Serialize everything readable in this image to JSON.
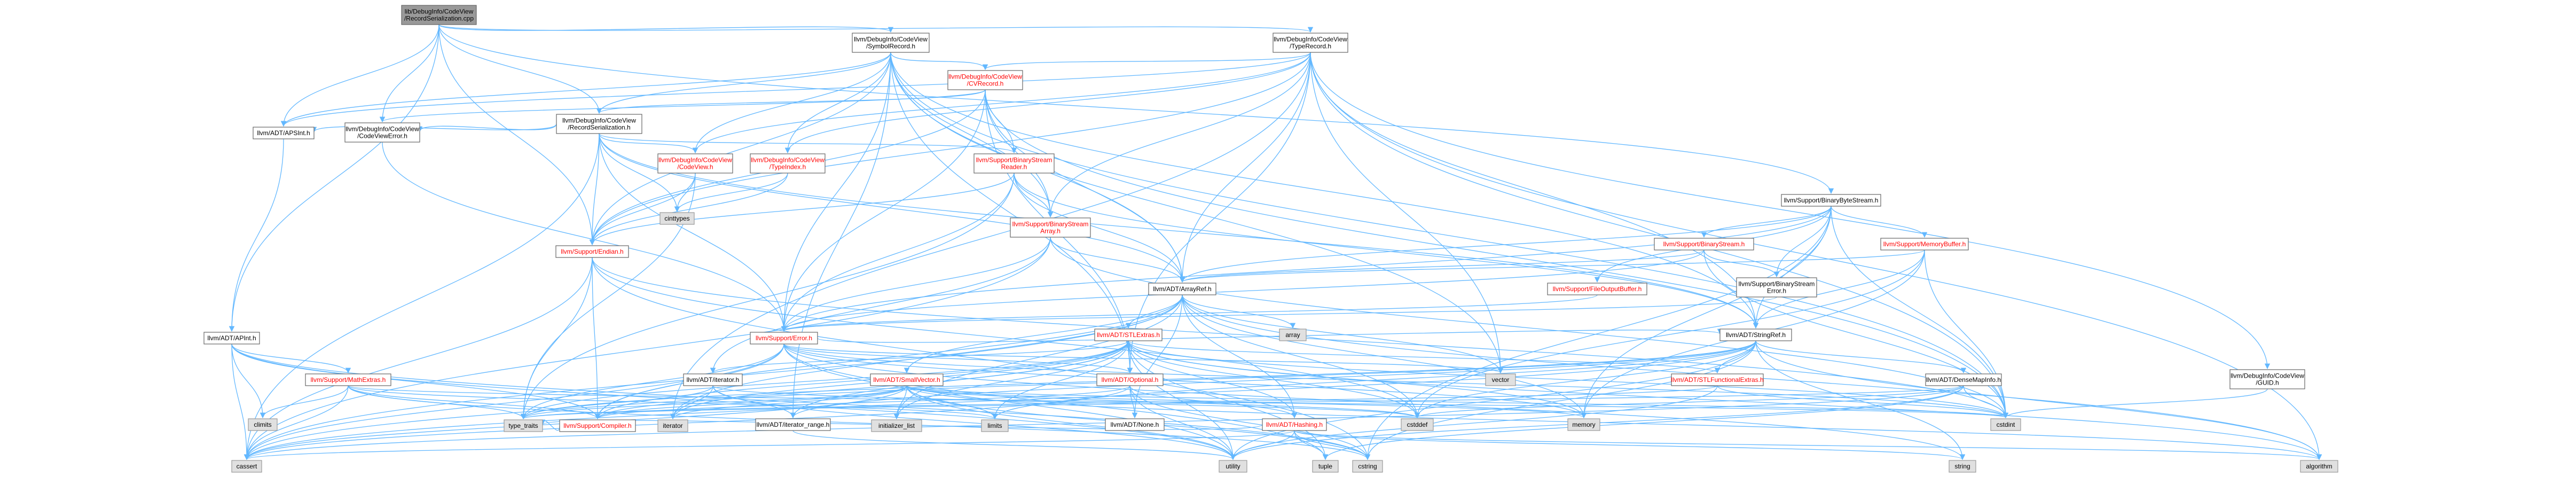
{
  "diagram": {
    "type": "include dependency graph",
    "colors": {
      "edge": "#63b8ff",
      "root_fill": "#999999",
      "root_border": "#666666",
      "linked_fill": "#ffffff",
      "linked_border": "#666666",
      "linked_text_red": "#ff0000",
      "external_fill": "#e0e0e0",
      "external_border": "#999999"
    },
    "nodes": [
      {
        "id": "root",
        "lines": [
          "lib/DebugInfo/CodeView",
          "/RecordSerialization.cpp"
        ],
        "style": "root"
      },
      {
        "id": "symbolrecord",
        "lines": [
          "llvm/DebugInfo/CodeView",
          "/SymbolRecord.h"
        ],
        "style": "plain"
      },
      {
        "id": "typerecord",
        "lines": [
          "llvm/DebugInfo/CodeView",
          "/TypeRecord.h"
        ],
        "style": "plain"
      },
      {
        "id": "cvrecord",
        "lines": [
          "llvm/DebugInfo/CodeView",
          "/CVRecord.h"
        ],
        "style": "red"
      },
      {
        "id": "recordser",
        "lines": [
          "llvm/DebugInfo/CodeView",
          "/RecordSerialization.h"
        ],
        "style": "plain"
      },
      {
        "id": "apsint",
        "lines": [
          "llvm/ADT/APSInt.h"
        ],
        "style": "plain"
      },
      {
        "id": "codeviewerror",
        "lines": [
          "llvm/DebugInfo/CodeView",
          "/CodeViewError.h"
        ],
        "style": "plain"
      },
      {
        "id": "codeview",
        "lines": [
          "llvm/DebugInfo/CodeView",
          "/CodeView.h"
        ],
        "style": "red"
      },
      {
        "id": "typeindex",
        "lines": [
          "llvm/DebugInfo/CodeView",
          "/TypeIndex.h"
        ],
        "style": "red"
      },
      {
        "id": "bsreader",
        "lines": [
          "llvm/Support/BinaryStream",
          "Reader.h"
        ],
        "style": "red"
      },
      {
        "id": "bsarray",
        "lines": [
          "llvm/Support/BinaryStream",
          "Array.h"
        ],
        "style": "red"
      },
      {
        "id": "binarybytestream",
        "lines": [
          "llvm/Support/BinaryByteStream.h"
        ],
        "style": "plain"
      },
      {
        "id": "binarystream",
        "lines": [
          "llvm/Support/BinaryStream.h"
        ],
        "style": "red"
      },
      {
        "id": "memorybuffer",
        "lines": [
          "llvm/Support/MemoryBuffer.h"
        ],
        "style": "red"
      },
      {
        "id": "bserror",
        "lines": [
          "llvm/Support/BinaryStream",
          "Error.h"
        ],
        "style": "plain"
      },
      {
        "id": "fileoutputbuffer",
        "lines": [
          "llvm/Support/FileOutputBuffer.h"
        ],
        "style": "red"
      },
      {
        "id": "endian",
        "lines": [
          "llvm/Support/Endian.h"
        ],
        "style": "red"
      },
      {
        "id": "arrayref",
        "lines": [
          "llvm/ADT/ArrayRef.h"
        ],
        "style": "plain"
      },
      {
        "id": "stringref",
        "lines": [
          "llvm/ADT/StringRef.h"
        ],
        "style": "plain"
      },
      {
        "id": "apint",
        "lines": [
          "llvm/ADT/APInt.h"
        ],
        "style": "plain"
      },
      {
        "id": "error",
        "lines": [
          "llvm/Support/Error.h"
        ],
        "style": "red"
      },
      {
        "id": "stlextras",
        "lines": [
          "llvm/ADT/STLExtras.h"
        ],
        "style": "red"
      },
      {
        "id": "mathextras",
        "lines": [
          "llvm/Support/MathExtras.h"
        ],
        "style": "red"
      },
      {
        "id": "iteratorh",
        "lines": [
          "llvm/ADT/iterator.h"
        ],
        "style": "plain"
      },
      {
        "id": "smallvector",
        "lines": [
          "llvm/ADT/SmallVector.h"
        ],
        "style": "red"
      },
      {
        "id": "optional",
        "lines": [
          "llvm/ADT/Optional.h"
        ],
        "style": "red"
      },
      {
        "id": "stlfunc",
        "lines": [
          "llvm/ADT/STLFunctionalExtras.h"
        ],
        "style": "red"
      },
      {
        "id": "densemapinfo",
        "lines": [
          "llvm/ADT/DenseMapInfo.h"
        ],
        "style": "plain"
      },
      {
        "id": "guid",
        "lines": [
          "llvm/DebugInfo/CodeView",
          "/GUID.h"
        ],
        "style": "plain"
      },
      {
        "id": "hashing",
        "lines": [
          "llvm/ADT/Hashing.h"
        ],
        "style": "red"
      },
      {
        "id": "none",
        "lines": [
          "llvm/ADT/None.h"
        ],
        "style": "plain"
      },
      {
        "id": "iterrange",
        "lines": [
          "llvm/ADT/iterator_range.h"
        ],
        "style": "plain"
      },
      {
        "id": "compiler",
        "lines": [
          "llvm/Support/Compiler.h"
        ],
        "style": "red"
      },
      {
        "id": "cinttypes",
        "lines": [
          "cinttypes"
        ],
        "style": "ext"
      },
      {
        "id": "array",
        "lines": [
          "array"
        ],
        "style": "ext"
      },
      {
        "id": "vector",
        "lines": [
          "vector"
        ],
        "style": "ext"
      },
      {
        "id": "cstddef",
        "lines": [
          "cstddef"
        ],
        "style": "ext"
      },
      {
        "id": "memory",
        "lines": [
          "memory"
        ],
        "style": "ext"
      },
      {
        "id": "cstdint",
        "lines": [
          "cstdint"
        ],
        "style": "ext"
      },
      {
        "id": "climits",
        "lines": [
          "climits"
        ],
        "style": "ext"
      },
      {
        "id": "typetraits",
        "lines": [
          "type_traits"
        ],
        "style": "ext"
      },
      {
        "id": "iterator",
        "lines": [
          "iterator"
        ],
        "style": "ext"
      },
      {
        "id": "initlist",
        "lines": [
          "initializer_list"
        ],
        "style": "ext"
      },
      {
        "id": "limits",
        "lines": [
          "limits"
        ],
        "style": "ext"
      },
      {
        "id": "cassert",
        "lines": [
          "cassert"
        ],
        "style": "ext"
      },
      {
        "id": "utility",
        "lines": [
          "utility"
        ],
        "style": "ext"
      },
      {
        "id": "tuple",
        "lines": [
          "tuple"
        ],
        "style": "ext"
      },
      {
        "id": "cstring",
        "lines": [
          "cstring"
        ],
        "style": "ext"
      },
      {
        "id": "string",
        "lines": [
          "string"
        ],
        "style": "ext"
      },
      {
        "id": "algorithm",
        "lines": [
          "algorithm"
        ],
        "style": "ext"
      }
    ],
    "edges": [
      [
        "root",
        "symbolrecord"
      ],
      [
        "root",
        "typerecord"
      ],
      [
        "root",
        "recordser"
      ],
      [
        "root",
        "apsint"
      ],
      [
        "root",
        "codeviewerror"
      ],
      [
        "root",
        "binarybytestream"
      ],
      [
        "root",
        "apint"
      ],
      [
        "root",
        "endian"
      ],
      [
        "symbolrecord",
        "cvrecord"
      ],
      [
        "symbolrecord",
        "recordser"
      ],
      [
        "symbolrecord",
        "apsint"
      ],
      [
        "symbolrecord",
        "codeview"
      ],
      [
        "symbolrecord",
        "typeindex"
      ],
      [
        "symbolrecord",
        "bsarray"
      ],
      [
        "symbolrecord",
        "arrayref"
      ],
      [
        "symbolrecord",
        "stringref"
      ],
      [
        "symbolrecord",
        "endian"
      ],
      [
        "symbolrecord",
        "error"
      ],
      [
        "symbolrecord",
        "optional"
      ],
      [
        "symbolrecord",
        "iterrange"
      ],
      [
        "symbolrecord",
        "vector"
      ],
      [
        "symbolrecord",
        "cstdint"
      ],
      [
        "typerecord",
        "cvrecord"
      ],
      [
        "typerecord",
        "guid"
      ],
      [
        "typerecord",
        "codeview"
      ],
      [
        "typerecord",
        "typeindex"
      ],
      [
        "typerecord",
        "bsarray"
      ],
      [
        "typerecord",
        "arrayref"
      ],
      [
        "typerecord",
        "stringref"
      ],
      [
        "typerecord",
        "endian"
      ],
      [
        "typerecord",
        "apsint"
      ],
      [
        "typerecord",
        "optional"
      ],
      [
        "typerecord",
        "vector"
      ],
      [
        "typerecord",
        "cstdint"
      ],
      [
        "typerecord",
        "algorithm"
      ],
      [
        "typerecord",
        "iterator"
      ],
      [
        "cvrecord",
        "recordser"
      ],
      [
        "cvrecord",
        "codeviewerror"
      ],
      [
        "cvrecord",
        "bsreader"
      ],
      [
        "cvrecord",
        "bsarray"
      ],
      [
        "cvrecord",
        "arrayref"
      ],
      [
        "cvrecord",
        "endian"
      ],
      [
        "cvrecord",
        "error"
      ],
      [
        "cvrecord",
        "optional"
      ],
      [
        "cvrecord",
        "cstdint"
      ],
      [
        "recordser",
        "apsint"
      ],
      [
        "recordser",
        "codeviewerror"
      ],
      [
        "recordser",
        "codeview"
      ],
      [
        "recordser",
        "bsreader"
      ],
      [
        "recordser",
        "arrayref"
      ],
      [
        "recordser",
        "stringref"
      ],
      [
        "recordser",
        "endian"
      ],
      [
        "recordser",
        "error"
      ],
      [
        "recordser",
        "cinttypes"
      ],
      [
        "recordser",
        "cassert"
      ],
      [
        "apsint",
        "apint"
      ],
      [
        "codeviewerror",
        "error"
      ],
      [
        "codeview",
        "cinttypes"
      ],
      [
        "codeview",
        "typetraits"
      ],
      [
        "codeview",
        "endian"
      ],
      [
        "typeindex",
        "cinttypes"
      ],
      [
        "typeindex",
        "endian"
      ],
      [
        "bsreader",
        "arrayref"
      ],
      [
        "bsreader",
        "stringref"
      ],
      [
        "bsreader",
        "bsarray"
      ],
      [
        "bsreader",
        "endian"
      ],
      [
        "bsreader",
        "error"
      ],
      [
        "bsreader",
        "typetraits"
      ],
      [
        "bsarray",
        "arrayref"
      ],
      [
        "bsarray",
        "iteratorh"
      ],
      [
        "bsarray",
        "error"
      ],
      [
        "bsarray",
        "cassert"
      ],
      [
        "bsarray",
        "cstdint"
      ],
      [
        "binarybytestream",
        "arrayref"
      ],
      [
        "binarybytestream",
        "stringref"
      ],
      [
        "binarybytestream",
        "binarystream"
      ],
      [
        "binarybytestream",
        "bserror"
      ],
      [
        "binarybytestream",
        "fileoutputbuffer"
      ],
      [
        "binarybytestream",
        "memorybuffer"
      ],
      [
        "binarybytestream",
        "error"
      ],
      [
        "binarybytestream",
        "memory"
      ],
      [
        "binarybytestream",
        "cstdint"
      ],
      [
        "binarybytestream",
        "cstring"
      ],
      [
        "binarystream",
        "arrayref"
      ],
      [
        "binarystream",
        "bserror"
      ],
      [
        "binarystream",
        "error"
      ],
      [
        "binarystream",
        "cstdint"
      ],
      [
        "bserror",
        "error"
      ],
      [
        "memorybuffer",
        "arrayref"
      ],
      [
        "memorybuffer",
        "stringref"
      ],
      [
        "memorybuffer",
        "cstddef"
      ],
      [
        "memorybuffer",
        "cstdint"
      ],
      [
        "memorybuffer",
        "memory"
      ],
      [
        "fileoutputbuffer",
        "error"
      ],
      [
        "endian",
        "compiler"
      ],
      [
        "endian",
        "cassert"
      ],
      [
        "endian",
        "cstddef"
      ],
      [
        "endian",
        "cstdint"
      ],
      [
        "endian",
        "cstring"
      ],
      [
        "endian",
        "typetraits"
      ],
      [
        "arrayref",
        "hashing"
      ],
      [
        "arrayref",
        "none"
      ],
      [
        "arrayref",
        "smallvector"
      ],
      [
        "arrayref",
        "stlextras"
      ],
      [
        "arrayref",
        "compiler"
      ],
      [
        "arrayref",
        "algorithm"
      ],
      [
        "arrayref",
        "array"
      ],
      [
        "arrayref",
        "cassert"
      ],
      [
        "arrayref",
        "cstddef"
      ],
      [
        "arrayref",
        "initlist"
      ],
      [
        "arrayref",
        "iterator"
      ],
      [
        "arrayref",
        "memory"
      ],
      [
        "arrayref",
        "type_traits"
      ],
      [
        "arrayref",
        "vector"
      ],
      [
        "stringref",
        "densemapinfo"
      ],
      [
        "stringref",
        "stlfunc"
      ],
      [
        "stringref",
        "iterrange"
      ],
      [
        "stringref",
        "compiler"
      ],
      [
        "stringref",
        "algorithm"
      ],
      [
        "stringref",
        "cassert"
      ],
      [
        "stringref",
        "cstddef"
      ],
      [
        "stringref",
        "cstring"
      ],
      [
        "stringref",
        "limits"
      ],
      [
        "stringref",
        "string"
      ],
      [
        "stringref",
        "typetraits"
      ],
      [
        "stringref",
        "utility"
      ],
      [
        "apint",
        "compiler"
      ],
      [
        "apint",
        "mathextras"
      ],
      [
        "apint",
        "cassert"
      ],
      [
        "apint",
        "climits"
      ],
      [
        "apint",
        "cstring"
      ],
      [
        "apint",
        "utility"
      ],
      [
        "error",
        "compiler"
      ],
      [
        "error",
        "stringref"
      ],
      [
        "error",
        "optional"
      ],
      [
        "error",
        "cassert"
      ],
      [
        "error",
        "cstdint"
      ],
      [
        "error",
        "memory"
      ],
      [
        "error",
        "string"
      ],
      [
        "error",
        "typetraits"
      ],
      [
        "error",
        "utility"
      ],
      [
        "error",
        "vector"
      ],
      [
        "error",
        "tuple"
      ],
      [
        "stlextras",
        "hashing"
      ],
      [
        "stlextras",
        "optional"
      ],
      [
        "stlextras",
        "stlfunc"
      ],
      [
        "stlextras",
        "iteratorh"
      ],
      [
        "stlextras",
        "iterrange"
      ],
      [
        "stlextras",
        "compiler"
      ],
      [
        "stlextras",
        "algorithm"
      ],
      [
        "stlextras",
        "cassert"
      ],
      [
        "stlextras",
        "cstddef"
      ],
      [
        "stlextras",
        "cstdint"
      ],
      [
        "stlextras",
        "initlist"
      ],
      [
        "stlextras",
        "iterator"
      ],
      [
        "stlextras",
        "limits"
      ],
      [
        "stlextras",
        "memory"
      ],
      [
        "stlextras",
        "tuple"
      ],
      [
        "stlextras",
        "typetraits"
      ],
      [
        "stlextras",
        "utility"
      ],
      [
        "mathextras",
        "compiler"
      ],
      [
        "mathextras",
        "cassert"
      ],
      [
        "mathextras",
        "climits"
      ],
      [
        "mathextras",
        "cstdint"
      ],
      [
        "mathextras",
        "cstring"
      ],
      [
        "mathextras",
        "limits"
      ],
      [
        "mathextras",
        "typetraits"
      ],
      [
        "iteratorh",
        "iterrange"
      ],
      [
        "iteratorh",
        "cstddef"
      ],
      [
        "iteratorh",
        "iterator"
      ],
      [
        "iteratorh",
        "typetraits"
      ],
      [
        "iteratorh",
        "utility"
      ],
      [
        "smallvector",
        "compiler"
      ],
      [
        "smallvector",
        "algorithm"
      ],
      [
        "smallvector",
        "cassert"
      ],
      [
        "smallvector",
        "cstddef"
      ],
      [
        "smallvector",
        "cstdint"
      ],
      [
        "smallvector",
        "cstring"
      ],
      [
        "smallvector",
        "initlist"
      ],
      [
        "smallvector",
        "iterator"
      ],
      [
        "smallvector",
        "limits"
      ],
      [
        "smallvector",
        "memory"
      ],
      [
        "smallvector",
        "typetraits"
      ],
      [
        "smallvector",
        "utility"
      ],
      [
        "optional",
        "hashing"
      ],
      [
        "optional",
        "none"
      ],
      [
        "optional",
        "compiler"
      ],
      [
        "optional",
        "cassert"
      ],
      [
        "optional",
        "cstring"
      ],
      [
        "optional",
        "new"
      ],
      [
        "optional",
        "utility"
      ],
      [
        "stlfunc",
        "cstdint"
      ],
      [
        "stlfunc",
        "typetraits"
      ],
      [
        "stlfunc",
        "utility"
      ],
      [
        "densemapinfo",
        "cassert"
      ],
      [
        "densemapinfo",
        "cstddef"
      ],
      [
        "densemapinfo",
        "cstdint"
      ],
      [
        "densemapinfo",
        "tuple"
      ],
      [
        "densemapinfo",
        "typetraits"
      ],
      [
        "densemapinfo",
        "utility"
      ],
      [
        "guid",
        "cstdint"
      ],
      [
        "hashing",
        "algorithm"
      ],
      [
        "hashing",
        "cassert"
      ],
      [
        "hashing",
        "cstring"
      ],
      [
        "hashing",
        "string"
      ],
      [
        "hashing",
        "tuple"
      ],
      [
        "hashing",
        "typetraits"
      ],
      [
        "hashing",
        "utility"
      ],
      [
        "iterrange",
        "utility"
      ],
      [
        "compiler",
        "typetraits"
      ]
    ]
  }
}
